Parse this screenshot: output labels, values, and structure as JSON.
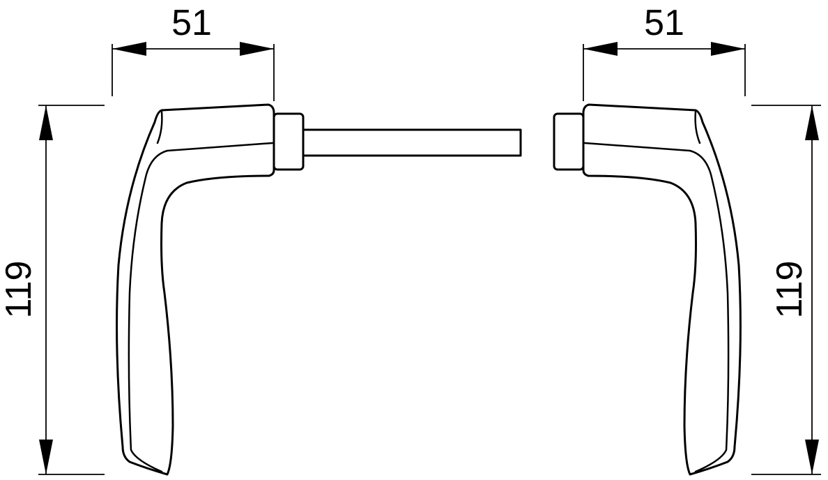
{
  "dimensions": {
    "left_width": "51",
    "right_width": "51",
    "left_height": "119",
    "right_height": "119"
  }
}
